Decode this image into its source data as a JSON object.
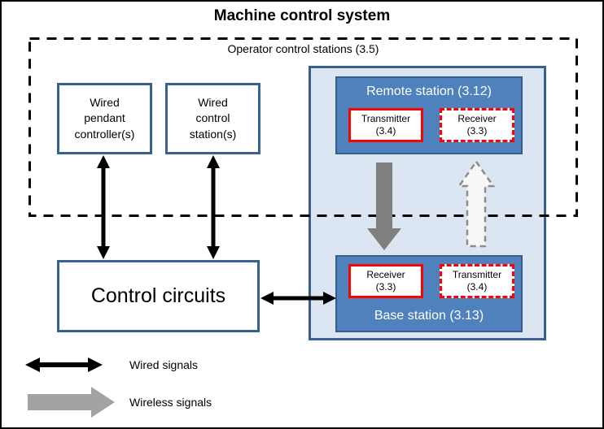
{
  "title": "Machine control system",
  "operator_stations": {
    "label": "Operator control stations (3.5)"
  },
  "boxes": {
    "wired_pendant": "Wired\npendant\ncontroller(s)",
    "wired_control_station": "Wired\ncontrol\nstation(s)",
    "control_circuits": "Control circuits"
  },
  "remote_station": {
    "label": "Remote station (3.12)",
    "transmitter": "Transmitter\n(3.4)",
    "receiver": "Receiver\n(3.3)"
  },
  "base_station": {
    "label": "Base station (3.13)",
    "receiver": "Receiver\n(3.3)",
    "transmitter": "Transmitter\n(3.4)"
  },
  "legend": {
    "wired": "Wired signals",
    "wireless": "Wireless signals"
  },
  "colors": {
    "station_fill": "#4f81bd",
    "station_border": "#385d8a",
    "container_fill": "#dce6f2",
    "box_border": "#38618f",
    "device_border": "#ff0000",
    "wireless_arrow": "#7f7f7f",
    "wireless_return_fill": "#f7f7f5",
    "wireless_return_stroke": "#8c8c8c",
    "legend_wireless_arrow": "#a3a3a3",
    "wired_arrow": "#000000"
  }
}
